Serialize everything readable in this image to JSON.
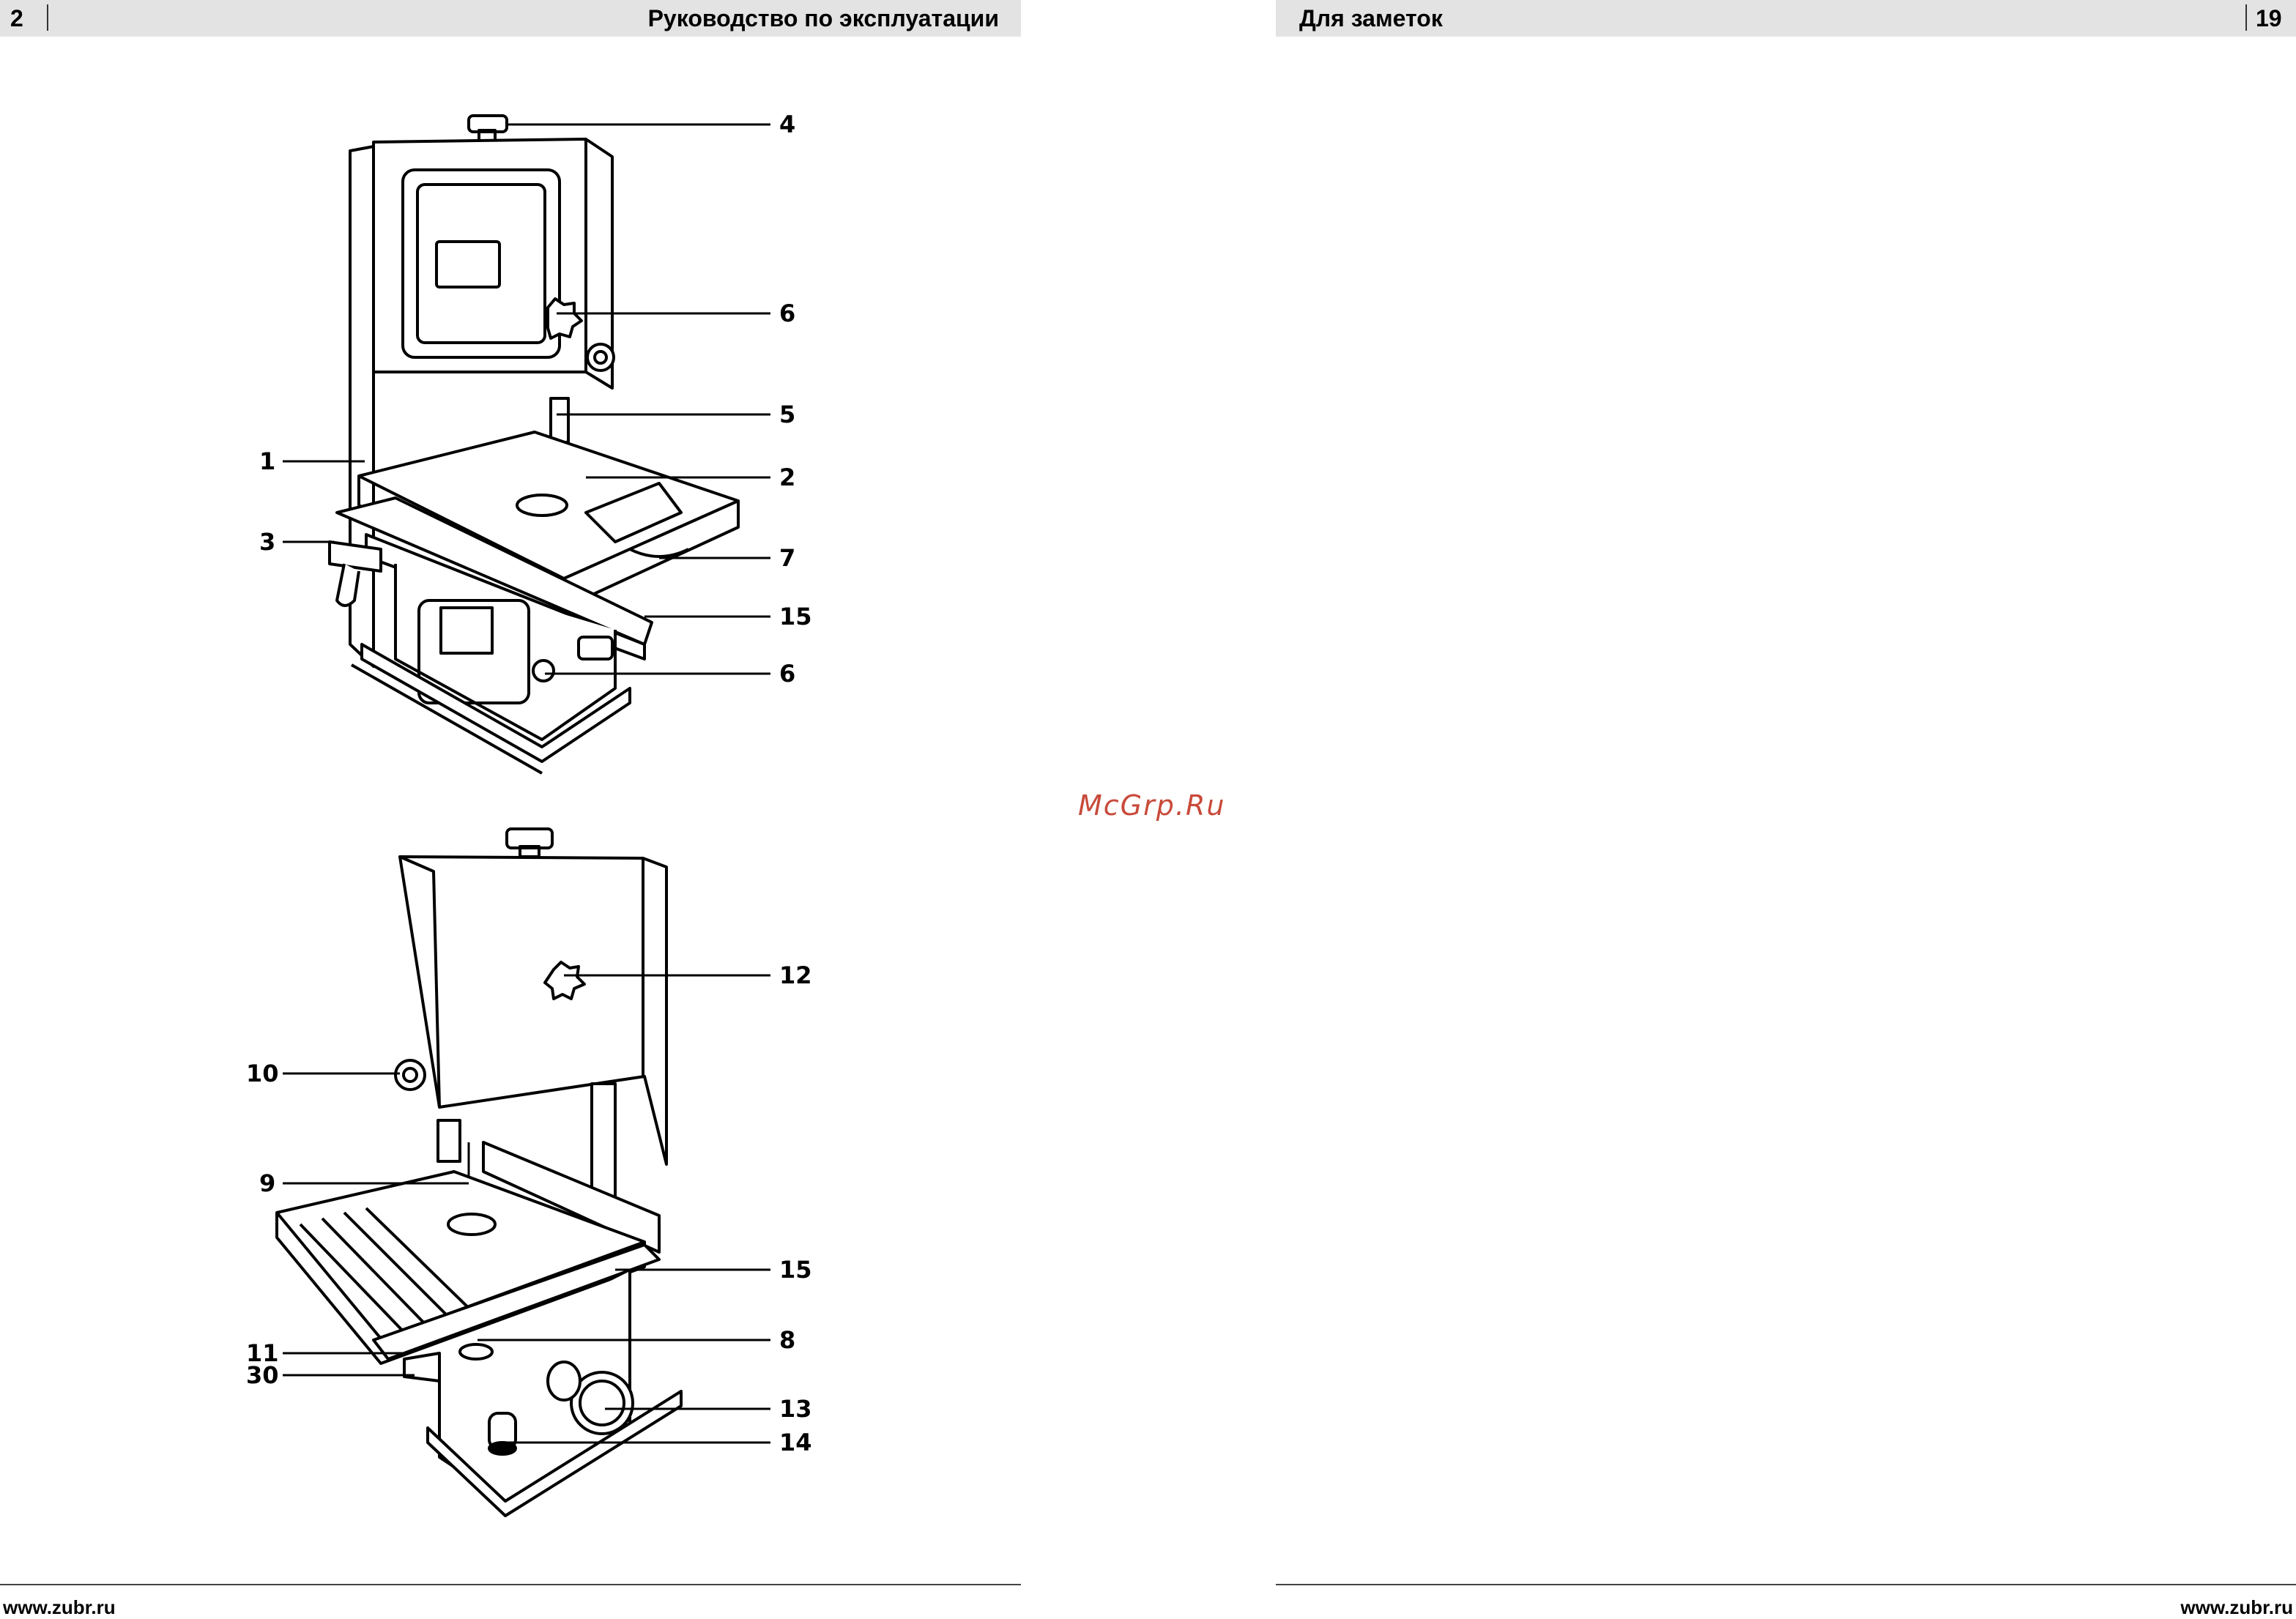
{
  "left_page": {
    "page_number": "2",
    "title": "Руководство по эксплуатации",
    "footer_url": "www.zubr.ru"
  },
  "right_page": {
    "title": "Для заметок",
    "page_number": "19",
    "footer_url": "www.zubr.ru"
  },
  "watermark": "McGrp.Ru",
  "figure_top": {
    "callouts": [
      "4",
      "6",
      "5",
      "1",
      "2",
      "3",
      "7",
      "15",
      "6"
    ]
  },
  "figure_bottom": {
    "callouts": [
      "12",
      "10",
      "9",
      "15",
      "11",
      "8",
      "30",
      "13",
      "14"
    ]
  }
}
